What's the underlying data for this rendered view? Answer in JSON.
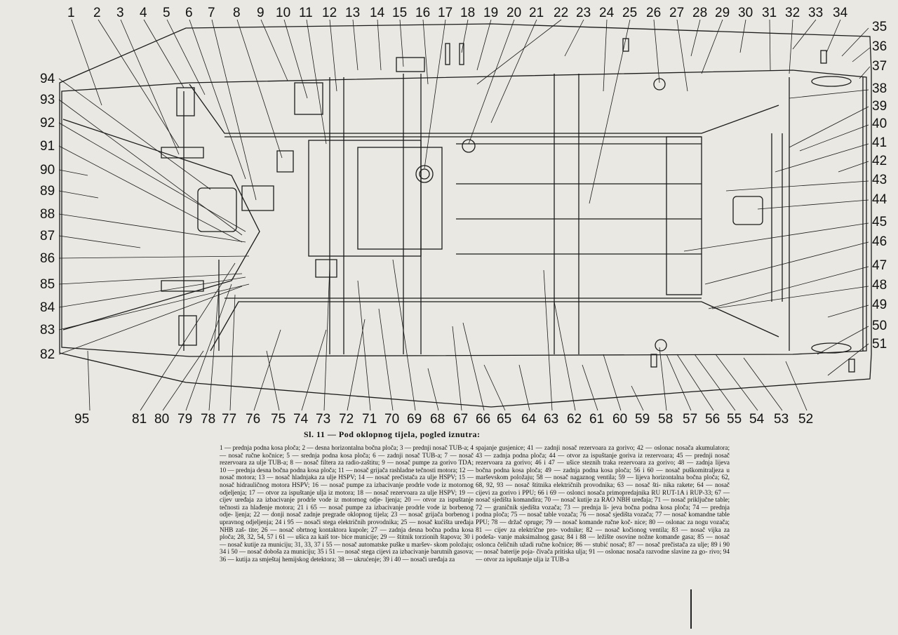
{
  "figure": {
    "caption_prefix": "Sl. 11 —",
    "caption_title": "Pod oklopnog tijela, pogled iznutra:",
    "top_labels": [
      "1",
      "2",
      "3",
      "4",
      "5",
      "6",
      "7",
      "8",
      "9",
      "10",
      "11",
      "12",
      "13",
      "14",
      "15",
      "16",
      "17",
      "18",
      "19",
      "20",
      "21",
      "22",
      "23",
      "24",
      "25",
      "26",
      "27",
      "28",
      "29",
      "30",
      "31",
      "32",
      "33",
      "34"
    ],
    "right_labels": [
      "35",
      "36",
      "37",
      "38",
      "39",
      "40",
      "41",
      "42",
      "43",
      "44",
      "45",
      "46",
      "47",
      "48",
      "49",
      "50",
      "51"
    ],
    "bottom_labels": [
      "52",
      "53",
      "54",
      "55",
      "56",
      "57",
      "58",
      "59",
      "60",
      "61",
      "62",
      "63",
      "64",
      "65",
      "66",
      "67",
      "68",
      "69",
      "70",
      "71",
      "72",
      "73",
      "74",
      "75",
      "76",
      "77",
      "78",
      "79",
      "80",
      "81",
      "95"
    ],
    "left_labels": [
      "94",
      "93",
      "92",
      "91",
      "90",
      "89",
      "88",
      "87",
      "86",
      "85",
      "84",
      "83",
      "82"
    ]
  },
  "legend_left": [
    "1 — prednja podna kosa ploča; 2 — desna horizontalna bočna ploča;",
    "3 — prednji nosač TUB-a; 4 — nosač ručne kočnice; 5 — srednja",
    "podna kosa ploča; 6 — zadnji nosač TUB-a; 7 — nosač rezervoara",
    "za ulje TUB-a; 8 — nosač filtera za radio-zaštitu; 9 — nosač pumpe",
    "za gorivo TDA; 10 — prednja desna bočna podna kosa ploča; 11 —",
    "nosač grijača rashladne tečnosti motora; 12 — nosač motora; 13 —",
    "nosač hladnjaka za ulje HSPV; 14 — nosač prečistača za ulje",
    "HSPV; 15 — nosač hidrauličnog motora HSPV; 16 — nosač pumpe",
    "za izbacivanje prodrle vode iz motornog odjeljenja; 17 — otvor za",
    "ispuštanje ulja iz motora; 18 — nosač rezervoara za ulje HSPV;",
    "19 — cijev uređaja za izbacivanje prodrle vode iz motornog odje-",
    "ljenja; 20 — otvor za ispuštanje tečnosti za hlađenje motora; 21 i",
    "65 — nosač pumpe za izbacivanje prodrle vode iz borbenog odje-",
    "ljenja; 22 — donji nosač zadnje pregrade oklopnog tijela; 23 —",
    "nosač grijača borbenog i upravnog odjeljenja; 24 i 95 — nosači",
    "stega električnih provodnika; 25 — nosač kućišta uređaja NHB zaš-",
    "tite; 26 — nosač obrtnog kontaktora kupole; 27 — zadnja desna",
    "bočna podna kosa ploča; 28, 32, 54, 57 i 61 — ušica za kaiš tor-",
    "bice municije; 29 — štitnik torzionih štapova; 30 i — nosač kutije",
    "za municiju; 31, 33, 37 i 55 — nosač automatske puške u maršev-",
    "skom položaju; 34 i 50 — nosač doboša za municiju; 35 i 51 — nosač",
    "stega cijevi za izbacivanje barutnih gasova; 36 — kutija za smještaj",
    "hemijskog detektora; 38 — ukrućenje; 39 i 40 — nosači uređaja za"
  ],
  "legend_right": [
    "spajanje gusjenice; 41 — zadnji nosač rezervoara za gorivo; 42 —",
    "oslonac nosača akumulatora; 43 — zadnja podna ploča; 44 — otvor",
    "za ispuštanje goriva iz rezervoara; 45 — prednji nosač rezervoara",
    "za gorivo; 46 i 47 — ušice steznih traka rezervoara za gorivo; 48 —",
    "zadnja lijeva bočna podna kosa ploča; 49 — zadnja podna kosa",
    "ploča; 56 i 60 — nosač puškomitraljeza u marševskom položaju; 58 —",
    "nosač nagaznog ventila; 59 — lijeva horizontalna bočna ploča; 62,",
    "68, 92, 93 — nosač štitnika električnih provodnika; 63 — nosač šti-",
    "nika rakete; 64 — nosač cijevi za gorivo i PPU; 66 i 69 — oslonci",
    "nosača primopredajnika RU RUT-1A i RUP-33; 67 — nosač sjedišta",
    "komandira; 70 — nosač kutije za RAO NBH uređaja; 71 — nosač",
    "priključne table; 72 — graničnik sjedišta vozača; 73 — prednja li-",
    "jeva bočna podna kosa ploča; 74 — prednja podna ploča; 75 —",
    "nosač table vozača; 76 — nosač sjedišta vozača; 77 — nosač komandne",
    "table PPU; 78 — držač opruge; 79 — nosač komande ručne koč-",
    "nice; 80 — oslonac za nogu vozača; 81 — cijev za električne pro-",
    "vodnike; 82 — nosač kočionog ventila; 83 — nosač vijka za podeša-",
    "vanje maksimalnog gasa; 84 i 88 — ležište osovine nožne komande",
    "gasa; 85 — nosač oslonca čeličnih užadi ručne kočnice; 86 — stubić",
    "nosač; 87 — nosač prečistača za ulje; 89 i 90 — nosač baterije poja-",
    "čivača pritiska ulja; 91 — oslonac nosača razvodne slavine za go-",
    "rivo; 94 — otvor za ispuštanje ulja iz TUB-a"
  ]
}
